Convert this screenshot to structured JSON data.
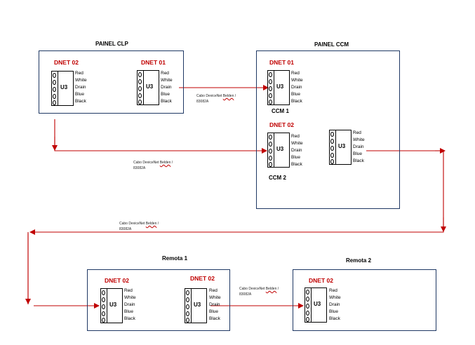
{
  "panels": {
    "clp": {
      "title": "PAINEL CLP"
    },
    "ccm": {
      "title": "PAINEL CCM"
    },
    "remota1": {
      "title": "Remota 1"
    },
    "remota2": {
      "title": "Remota 2"
    }
  },
  "labels": {
    "dnet01": "DNET 01",
    "dnet02": "DNET 02",
    "ccm1": "CCM 1",
    "ccm2": "CCM 2",
    "u3": "U3"
  },
  "wires": [
    "Red",
    "White",
    "Drain",
    "Blue",
    "Black"
  ],
  "cable": {
    "prefix": "Cabo  DeviceNet",
    "brand": "Belden",
    "sep": "/",
    "model": "83082A"
  },
  "colors": {
    "accent": "#c00000",
    "line": "#c00000",
    "panel_border": "#1f3864"
  }
}
